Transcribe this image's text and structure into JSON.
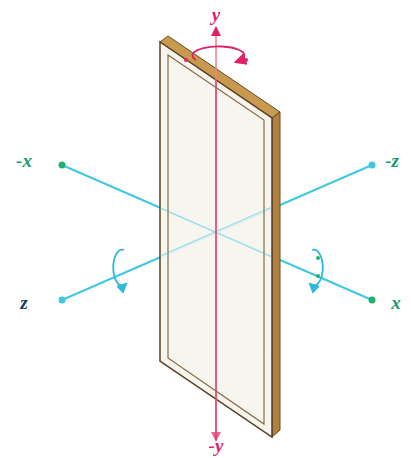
{
  "diagram": {
    "labels": [
      "y",
      "-x",
      "-z",
      "z",
      "x",
      "-y"
    ]
  }
}
